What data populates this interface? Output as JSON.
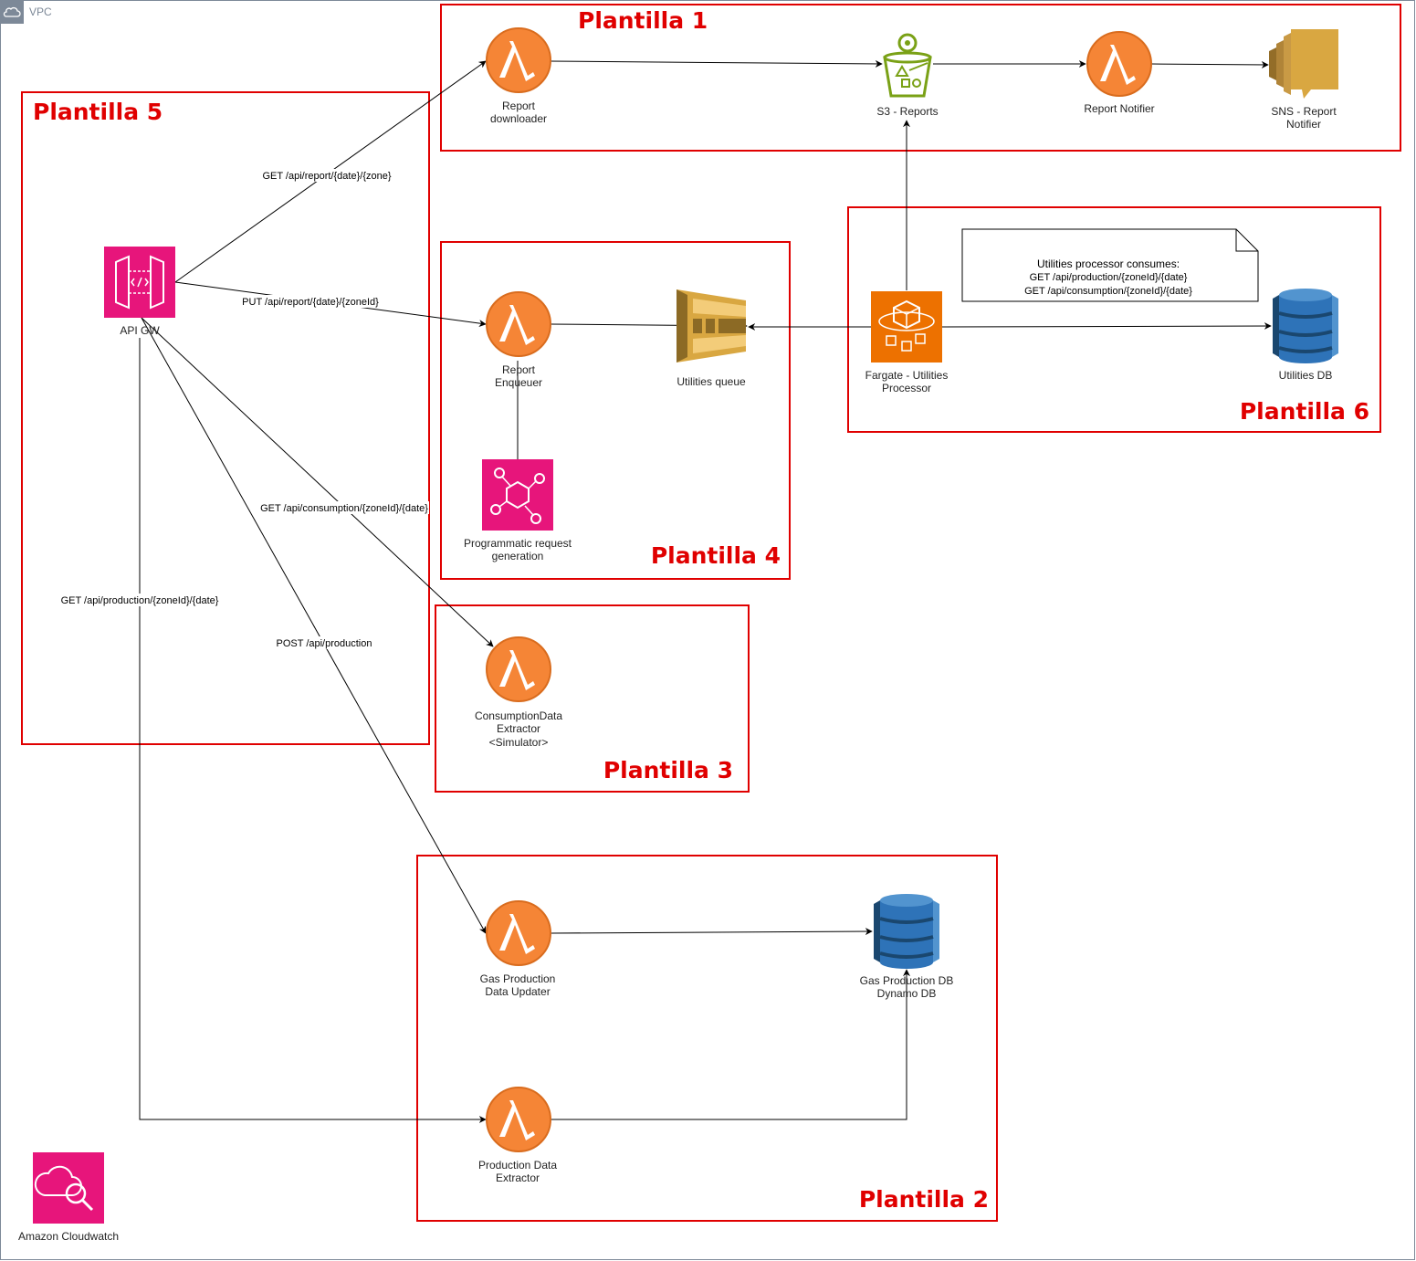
{
  "vpc": {
    "label": "VPC"
  },
  "groups": {
    "p1": "Plantilla 1",
    "p2": "Plantilla 2",
    "p3": "Plantilla 3",
    "p4": "Plantilla 4",
    "p5": "Plantilla 5",
    "p6": "Plantilla 6"
  },
  "nodes": {
    "report_downloader": [
      "Report",
      "downloader"
    ],
    "s3_reports": [
      "S3 - Reports"
    ],
    "report_notifier": [
      "Report Notifier"
    ],
    "sns_report_notifier": [
      "SNS - Report",
      "Notifier"
    ],
    "api_gw": [
      "API GW"
    ],
    "report_enqueuer": [
      "Report",
      "Enqueuer"
    ],
    "utilities_queue": [
      "Utilities queue"
    ],
    "programmatic_request": [
      "Programmatic request",
      "generation"
    ],
    "fargate_processor": [
      "Fargate - Utilities",
      "Processor"
    ],
    "utilities_db": [
      "Utilities DB"
    ],
    "consumption_extractor": [
      "ConsumptionData",
      "Extractor",
      "<Simulator>"
    ],
    "gas_updater": [
      "Gas Production",
      "Data Updater"
    ],
    "gas_db": [
      "Gas Production DB",
      "Dynamo DB"
    ],
    "production_extractor": [
      "Production Data",
      "Extractor"
    ],
    "cloudwatch": [
      "Amazon Cloudwatch"
    ]
  },
  "edges": {
    "get_report": "GET /api/report/{date}/{zone}",
    "put_report": "PUT /api/report/{date}/{zoneId}",
    "get_consumption": "GET /api/consumption/{zoneId}/{date}",
    "get_production": "GET /api/production/{zoneId}/{date}",
    "post_production": "POST /api/production"
  },
  "note": {
    "lines": [
      "Utilities processor consumes:",
      "GET /api/production/{zoneId}/{date}",
      "GET /api/consumption/{zoneId}/{date}"
    ]
  },
  "colors": {
    "group_border": "#e00000",
    "lambda_orange": "#f58536",
    "api_pink": "#e7157b",
    "fargate_orange": "#ed7100",
    "sqs_gold": "#d9a741",
    "dynamo_blue": "#2e73b8",
    "s3_green": "#7aa116"
  }
}
